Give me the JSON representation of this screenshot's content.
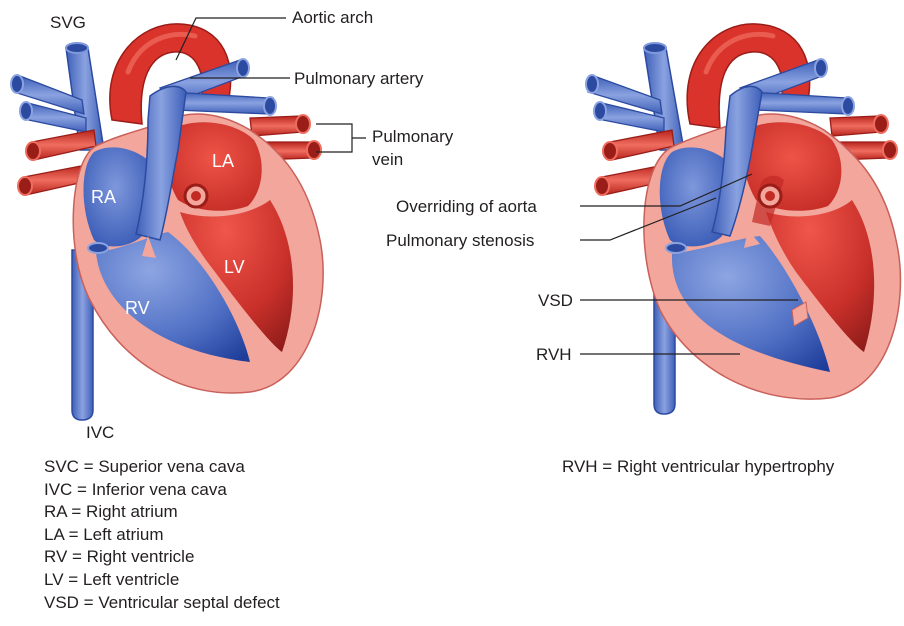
{
  "normal_heart": {
    "labels": {
      "svg": "SVG",
      "ivc": "IVC",
      "aortic_arch": "Aortic arch",
      "pulmonary_artery": "Pulmonary artery",
      "pulmonary_vein_line1": "Pulmonary",
      "pulmonary_vein_line2": "vein",
      "ra": "RA",
      "la": "LA",
      "rv": "RV",
      "lv": "LV"
    }
  },
  "tetralogy_heart": {
    "labels": {
      "overriding_aorta": "Overriding of aorta",
      "pulmonary_stenosis": "Pulmonary stenosis",
      "vsd": "VSD",
      "rvh": "RVH"
    }
  },
  "legend_left": [
    "SVC = Superior vena cava",
    "IVC = Inferior vena cava",
    "RA = Right atrium",
    "LA = Left atrium",
    "RV = Right ventricle",
    "LV = Left ventricle",
    "VSD = Ventricular septal defect"
  ],
  "legend_right": [
    "RVH = Right ventricular hypertrophy"
  ],
  "colors": {
    "venous_blue": "#4f6fc4",
    "arterial_red": "#d9332b",
    "wall_pink": "#f2a69c",
    "text": "#231f20"
  }
}
